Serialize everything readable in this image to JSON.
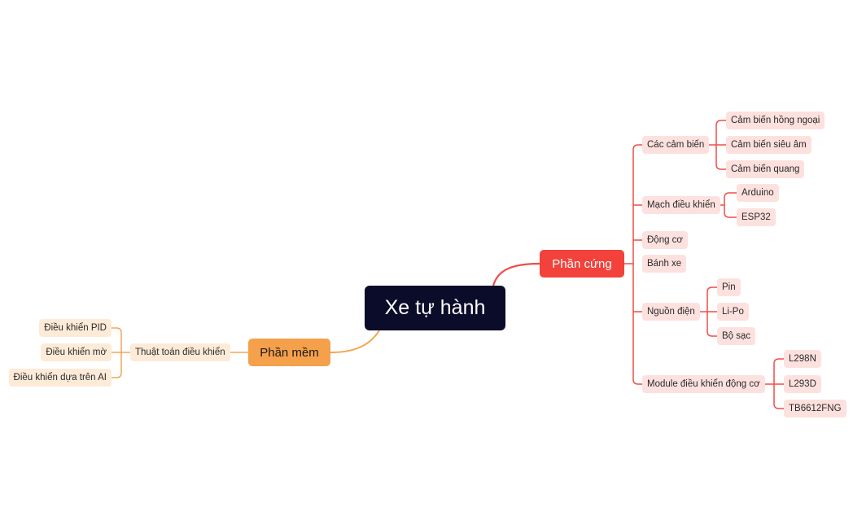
{
  "root": {
    "label": "Xe tự hành"
  },
  "hardware": {
    "label": "Phần cứng",
    "sensors": {
      "label": "Các cảm biến",
      "items": [
        "Cảm biến hồng ngoại",
        "Cảm biến siêu âm",
        "Cảm biến quang"
      ]
    },
    "controller": {
      "label": "Mạch điều khiển",
      "items": [
        "Arduino",
        "ESP32"
      ]
    },
    "motor": {
      "label": "Động cơ"
    },
    "wheels": {
      "label": "Bánh xe"
    },
    "power": {
      "label": "Nguồn điện",
      "items": [
        "Pin",
        "Li-Po",
        "Bộ sạc"
      ]
    },
    "driver": {
      "label": "Module điều khiển động cơ",
      "items": [
        "L298N",
        "L293D",
        "TB6612FNG"
      ]
    }
  },
  "software": {
    "label": "Phần mềm",
    "algorithms": {
      "label": "Thuật toán điều khiển",
      "items": [
        "Điều khiển PID",
        "Điều khiển mờ",
        "Điều khiển dựa trên AI"
      ]
    }
  },
  "colors": {
    "root_bg": "#0b0b2a",
    "hardware_accent": "#f2423b",
    "hardware_line": "#ef4d47",
    "hardware_node_bg": "#fde1df",
    "software_accent": "#f5a04a",
    "software_line": "#f3a552",
    "software_node_bg": "#fdebd8"
  }
}
